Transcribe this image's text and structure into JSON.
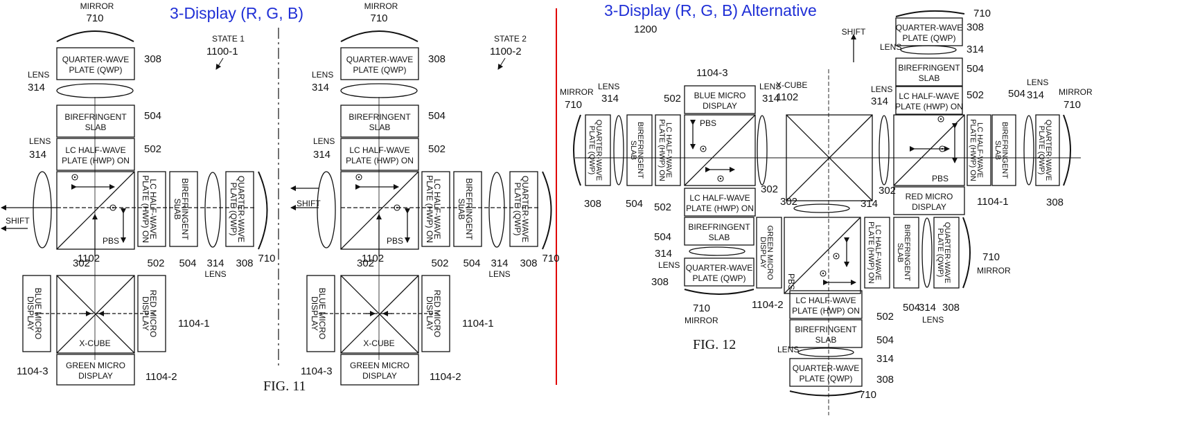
{
  "left_panel": {
    "title": "3-Display (R, G, B)",
    "fig_label": "FIG. 11",
    "shift_label": "SHIFT",
    "components": {
      "mirror": "MIRROR",
      "mirror_ref": "710",
      "qwp": [
        "QUARTER-WAVE",
        "PLATE (QWP)"
      ],
      "qwp_ref": "308",
      "lens": "LENS",
      "lens_ref": "314",
      "biref": [
        "BIREFRINGENT",
        "SLAB"
      ],
      "biref_ref": "504",
      "hwp": [
        "LC HALF-WAVE",
        "PLATE (HWP) ON"
      ],
      "hwp_ref": "502",
      "pbs": "PBS",
      "pbs_ref": "302",
      "xcube": "X-CUBE",
      "xcube_ref": "1102",
      "blue_display": [
        "BLUE MICRO",
        "DISPLAY"
      ],
      "blue_ref": "1104-3",
      "red_display": [
        "RED MICRO",
        "DISPLAY"
      ],
      "red_ref": "1104-1",
      "green_display": [
        "GREEN MICRO",
        "DISPLAY"
      ],
      "green_ref": "1104-2"
    },
    "state1": {
      "label": "STATE 1",
      "ref": "1100-1"
    },
    "state2": {
      "label": "STATE 2",
      "ref": "1100-2"
    }
  },
  "right_panel": {
    "title": "3-Display (R, G, B) Alternative",
    "fig_label": "FIG. 12",
    "ref": "1200",
    "shift_label": "SHIFT",
    "xcube": "X-CUBE",
    "xcube_ref": "1102",
    "lens": "LENS",
    "lens_ref": "314",
    "mirror": "MIRROR",
    "mirror_ref": "710",
    "pbs": "PBS",
    "pbs_ref": "302",
    "qwp": [
      "QUARTER-WAVE",
      "PLATE (QWP)"
    ],
    "qwp_ref": "308",
    "biref": [
      "BIREFRINGENT",
      "SLAB"
    ],
    "biref_ref": "504",
    "hwp": [
      "LC HALF-WAVE",
      "PLATE (HWP) ON"
    ],
    "hwp_ref": "502",
    "blue_display": [
      "BLUE MICRO",
      "DISPLAY"
    ],
    "blue_ref": "1104-3",
    "red_display": [
      "RED MICRO",
      "DISPLAY"
    ],
    "red_ref": "1104-1",
    "green_display": [
      "GREEN MICRO",
      "DISPLAY"
    ],
    "green_ref": "1104-2"
  },
  "colors": {
    "title": "#1f2fd6",
    "divider": "#e00000"
  }
}
